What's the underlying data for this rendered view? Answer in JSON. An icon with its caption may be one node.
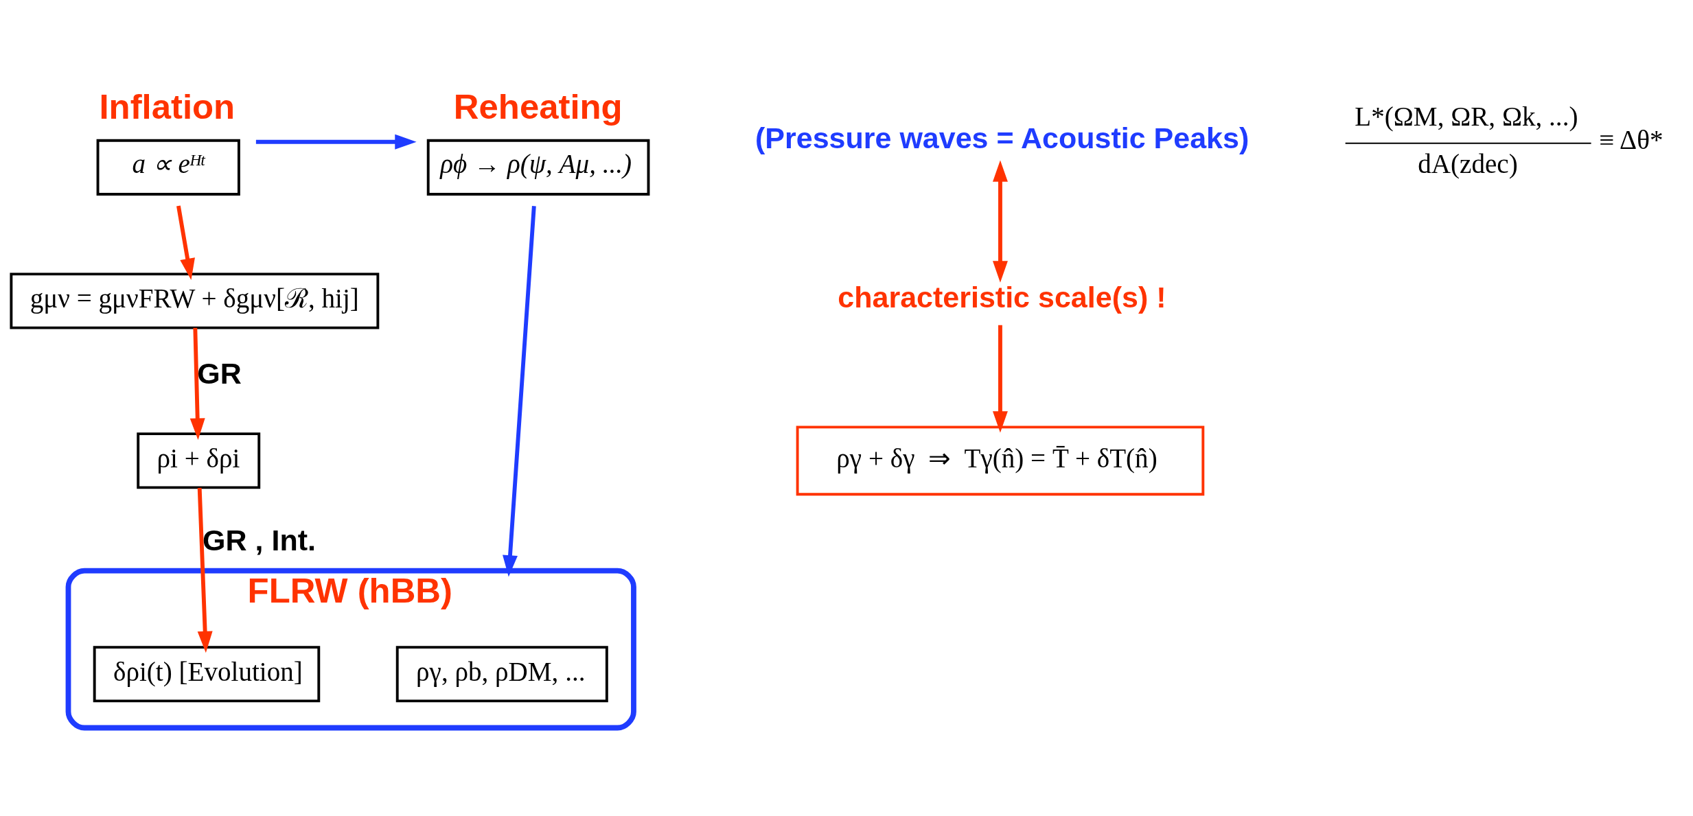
{
  "diagram": {
    "nodes": [
      {
        "text": [
          "Inflation",
          "a ∝ eᴴᵗ"
        ]
      },
      {
        "text": [
          "Reheating",
          "ρϕ → ρ(ψ, Aμ, ...)"
        ]
      },
      {
        "text": [
          "FLRW (hBB)"
        ]
      },
      {
        "text": [
          "ργ, ρb, ρDM, ..."
        ],
        "in": 2
      },
      {
        "text": [
          "δρi(t) [Evolution]"
        ],
        "in": 2
      },
      {
        "text": [
          "gμν = gμνFRW + δgμν[ℛ, hij]"
        ]
      },
      {
        "text": [
          "ρi + δρi"
        ]
      },
      {
        "text": [
          "(Pressure waves = Acoustic Peaks)"
        ]
      },
      {
        "text": [
          "characteristic scale(s) !"
        ]
      },
      {
        "text": [
          "L*(ΩM, ΩR, Ωk, ...)",
          "dA(zdec)",
          "≡ Δθ*"
        ]
      },
      {
        "text": [
          "ργ + δγ  ⇒  Tγ(n̂) = T̄ + δT(n̂)"
        ]
      }
    ],
    "edges": [
      {
        "from": 0,
        "to": 1,
        "arrow": "to",
        "color": "#1f3cff"
      },
      {
        "from": 1,
        "to": 2,
        "arrow": "to",
        "color": "#1f3cff"
      },
      {
        "from": 0,
        "to": 5,
        "arrow": "to"
      },
      {
        "from": 5,
        "to": 6,
        "arrow": "to",
        "label": "GR"
      },
      {
        "from": 6,
        "to": 4,
        "arrow": "to",
        "label": "GR , Int."
      },
      {
        "from": 7,
        "to": 8,
        "arrow": "both"
      },
      {
        "from": 8,
        "to": 10,
        "arrow": "to"
      }
    ]
  }
}
